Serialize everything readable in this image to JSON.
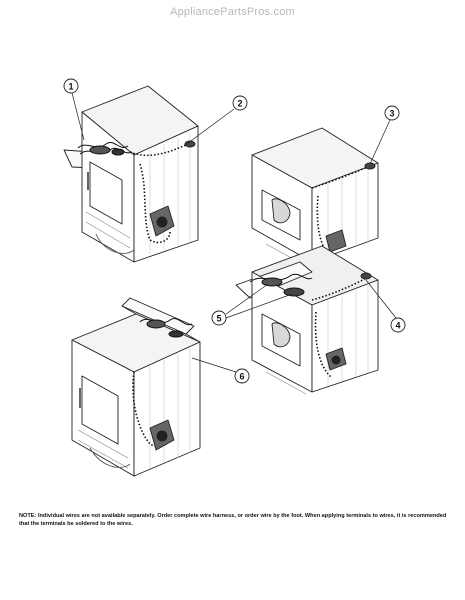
{
  "watermark": "AppliancePartsPros.com",
  "callouts": [
    "1",
    "2",
    "3",
    "4",
    "5",
    "6"
  ],
  "note": "NOTE: Individual wires are not available separately. Order complete wire harness, or order wire by the foot. When applying terminals to wires, it is recommended that the terminals be soldered to the wires."
}
